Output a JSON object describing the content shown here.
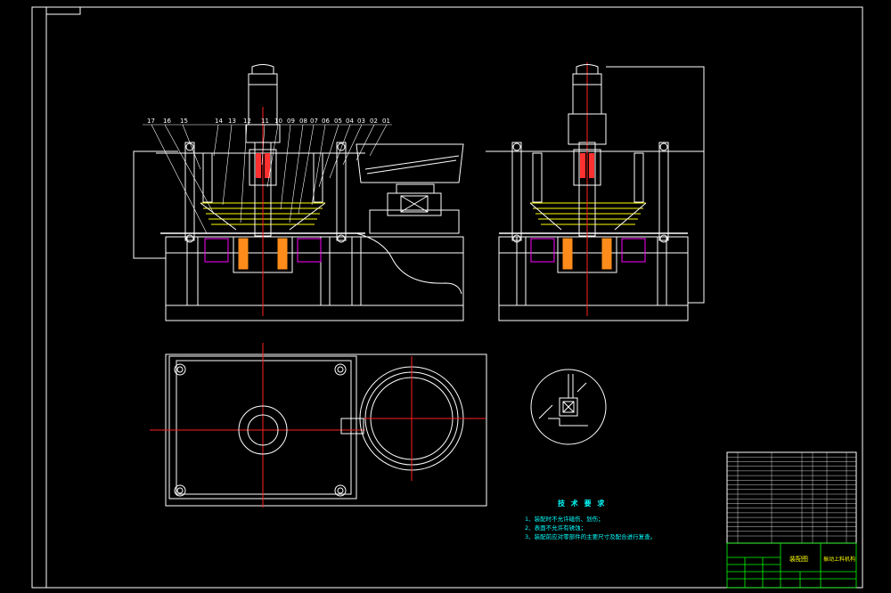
{
  "drawing": {
    "part_labels": [
      "17",
      "16",
      "15",
      "14",
      "13",
      "12",
      "11",
      "10",
      "09",
      "08",
      "07",
      "06",
      "05",
      "04",
      "03",
      "02",
      "01"
    ],
    "requirements": {
      "title": "技 术 要 求",
      "items": [
        "1、装配时不允许磕伤、划伤；",
        "2、表面不允许有锈蚀；",
        "3、装配前应对零部件的主要尺寸及配合进行复查。"
      ]
    },
    "title_block": {
      "drawing_name": "装配图",
      "product_name": "振动上料机构",
      "bom_rows": 17
    }
  }
}
